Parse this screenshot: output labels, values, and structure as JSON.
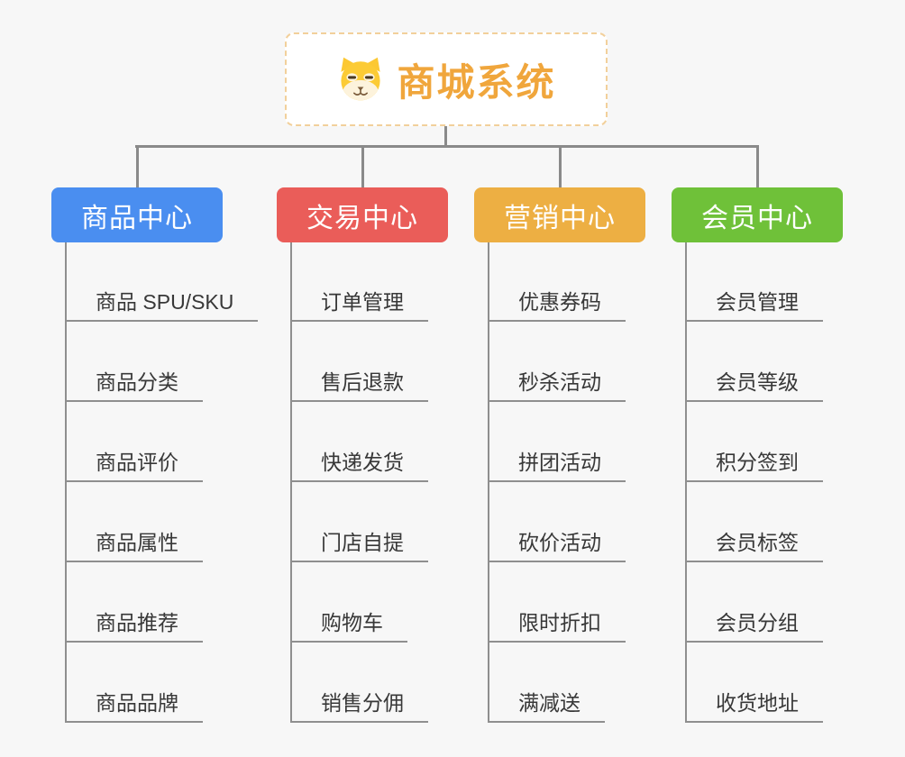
{
  "root": {
    "title": "商城系统",
    "icon": "shiba-dog-logo-icon",
    "accent_color": "#f0a63c",
    "border_color": "#f2d09b"
  },
  "connector_color": "#8a8a8a",
  "background_color": "#f7f7f7",
  "branches": [
    {
      "label": "商品中心",
      "color": "#4a8ef0",
      "children": [
        "商品 SPU/SKU",
        "商品分类",
        "商品评价",
        "商品属性",
        "商品推荐",
        "商品品牌"
      ]
    },
    {
      "label": "交易中心",
      "color": "#ea5d59",
      "children": [
        "订单管理",
        "售后退款",
        "快递发货",
        "门店自提",
        "购物车",
        "销售分佣"
      ]
    },
    {
      "label": "营销中心",
      "color": "#edaf43",
      "children": [
        "优惠券码",
        "秒杀活动",
        "拼团活动",
        "砍价活动",
        "限时折扣",
        "满减送"
      ]
    },
    {
      "label": "会员中心",
      "color": "#6fc139",
      "children": [
        "会员管理",
        "会员等级",
        "积分签到",
        "会员标签",
        "会员分组",
        "收货地址"
      ]
    }
  ]
}
